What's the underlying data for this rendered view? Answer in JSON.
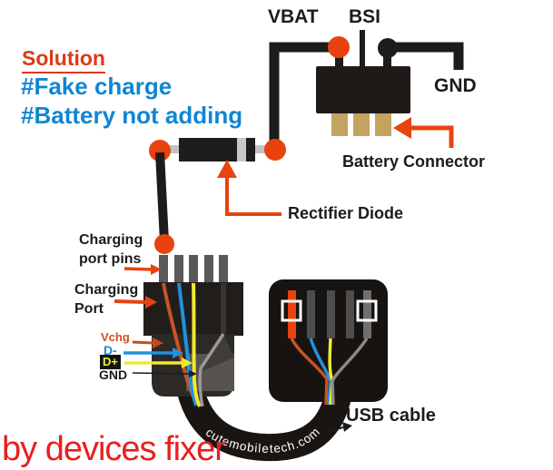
{
  "title": {
    "solution": "Solution",
    "hashtag1": "#Fake charge",
    "hashtag2": "#Battery not adding"
  },
  "labels": {
    "vbat": "VBAT",
    "bsi": "BSI",
    "gnd_top": "GND",
    "battery_connector": "Battery Connector",
    "rectifier_diode": "Rectifier Diode",
    "charging_pins_line1": "Charging",
    "charging_pins_line2": "port pins",
    "charging_port_line1": "Charging",
    "charging_port_line2": "Port",
    "vchg": "Vchg",
    "d_minus": "D-",
    "d_plus": "D+",
    "gnd_pin": "GND",
    "usb_cable": "USB cable"
  },
  "watermark": "cutemobiletech.com",
  "credit": "by devices fixer",
  "colors": {
    "accent_orange": "#e8430e",
    "wire_orange": "#c75327",
    "wire_blue": "#2191dc",
    "wire_yellow": "#f0e832",
    "text_blue": "#1086d2",
    "title_red": "#dc3a16",
    "credit_red": "#e81f1f",
    "gold_pin": "#c3a360",
    "ink_black": "#1c1c1c"
  }
}
